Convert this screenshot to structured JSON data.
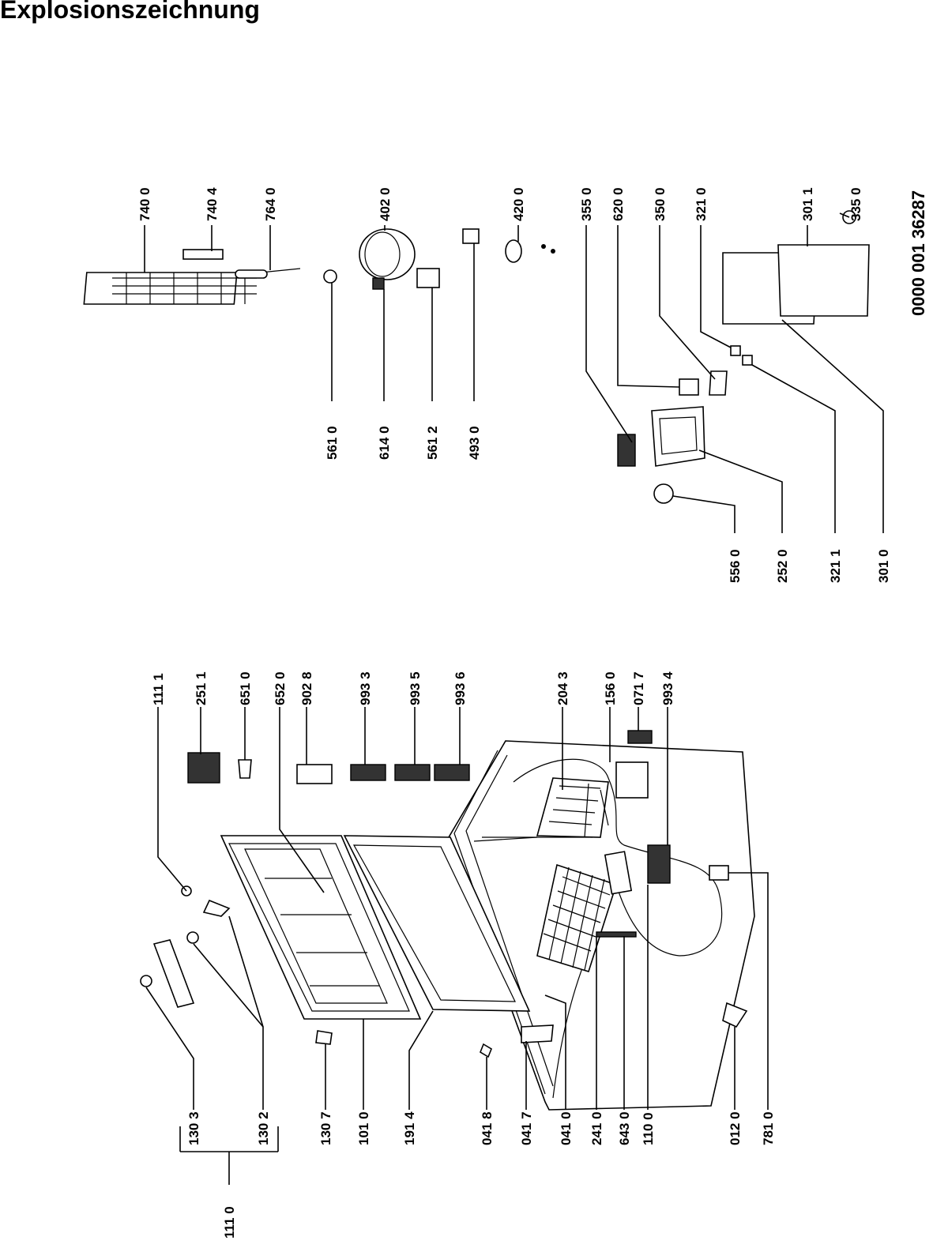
{
  "title": "Explosionszeichnung",
  "document_number": "0000 001 36287",
  "part_labels": {
    "p1111": "111 1",
    "p2511": "251 1",
    "p6510": "651 0",
    "p6520": "652 0",
    "p9028": "902 8",
    "p9933": "993 3",
    "p9935": "993 5",
    "p9936": "993 6",
    "p2043": "204 3",
    "p1560": "156 0",
    "p0717": "071 7",
    "p9934": "993 4",
    "p1303": "130 3",
    "p1302": "130 2",
    "p1110": "111 0",
    "p1307": "130 7",
    "p1010": "101 0",
    "p1914": "191 4",
    "p0418": "041 8",
    "p0417": "041 7",
    "p0410": "041 0",
    "p2410": "241 0",
    "p6430": "643 0",
    "p1100": "110 0",
    "p0120": "012 0",
    "p7810": "781 0",
    "p7400": "740 0",
    "p7404": "740 4",
    "p7640": "764 0",
    "p4020": "402 0",
    "p4200": "420 0",
    "p3550": "355 0",
    "p6200": "620 0",
    "p3500": "350 0",
    "p3210": "321 0",
    "p3011": "301 1",
    "p3350": "335 0",
    "p5610": "561 0",
    "p6140": "614 0",
    "p5612": "561 2",
    "p4930": "493 0",
    "p5560": "556 0",
    "p2520": "252 0",
    "p3211": "321 1",
    "p3010": "301 0"
  }
}
